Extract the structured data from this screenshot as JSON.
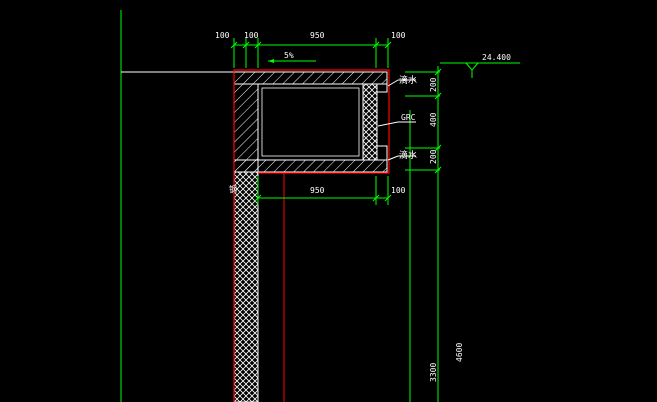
{
  "colors": {
    "background": "#000000",
    "dimension": "#00ff00",
    "outline": "#ff0000",
    "wall": "#ffffff",
    "text": "#ffffff"
  },
  "dims": {
    "top_left_100": "100",
    "top_inner_100": "100",
    "top_950": "950",
    "top_right_100": "100",
    "slope": "5%",
    "elevation": "24.400",
    "mid_950": "950",
    "mid_100": "100",
    "v_200_top": "200",
    "v_400": "400",
    "v_200_bottom": "200",
    "v_3300": "3300",
    "v_4600": "4600"
  },
  "labels": {
    "drip_top": "滴水",
    "grc": "GRC",
    "drip_bottom": "滴水",
    "bracket": "钢"
  }
}
